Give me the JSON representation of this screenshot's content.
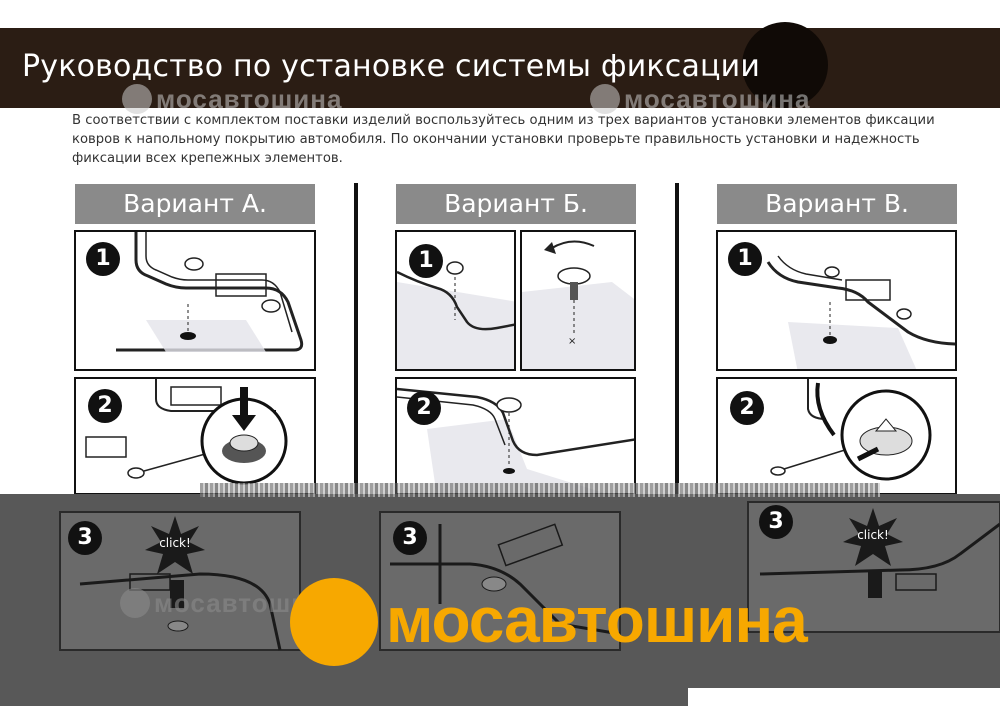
{
  "header": {
    "title": "Руководство по установке системы фиксации"
  },
  "intro": {
    "text": "В соответствии с комплектом поставки изделий воспользуйтесь одним из трех вариантов установки элементов фиксации ковров к напольному покрытию автомобиля. По окончании установки проверьте правильность установки и надежность фиксации всех крепежных элементов."
  },
  "watermark": {
    "text": "мосавтошина"
  },
  "variants": [
    {
      "label": "Вариант А.",
      "steps": [
        "1",
        "2",
        "3"
      ],
      "click": "click!"
    },
    {
      "label": "Вариант Б.",
      "steps": [
        "1",
        "2",
        "3"
      ]
    },
    {
      "label": "Вариант В.",
      "steps": [
        "1",
        "2",
        "3"
      ],
      "click": "click!"
    }
  ],
  "logo": {
    "text": "мосавтошина",
    "color": "#f7a800"
  },
  "colors": {
    "title_bar": "#2b1d14",
    "variant_header": "#8a8a8a",
    "bottom_band": "#585858"
  }
}
